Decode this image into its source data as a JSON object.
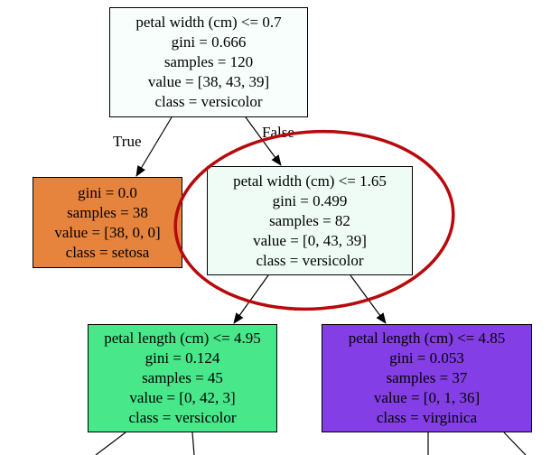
{
  "nodes": {
    "root": {
      "lines": [
        "petal width (cm) <= 0.7",
        "gini = 0.666",
        "samples = 120",
        "value = [38, 43, 39]",
        "class = versicolor"
      ],
      "color": "#f7fefc"
    },
    "left": {
      "lines": [
        "gini = 0.0",
        "samples = 38",
        "value = [38, 0, 0]",
        "class = setosa"
      ],
      "color": "#e6843e"
    },
    "right": {
      "lines": [
        "petal width (cm) <= 1.65",
        "gini = 0.499",
        "samples = 82",
        "value = [0, 43, 39]",
        "class = versicolor"
      ],
      "color": "#eefcf5"
    },
    "right_left": {
      "lines": [
        "petal length (cm) <= 4.95",
        "gini = 0.124",
        "samples = 45",
        "value = [0, 42, 3]",
        "class = versicolor"
      ],
      "color": "#47e78a"
    },
    "right_right": {
      "lines": [
        "petal length (cm) <= 4.85",
        "gini = 0.053",
        "samples = 37",
        "value = [0, 1, 36]",
        "class = virginica"
      ],
      "color": "#843ee6"
    }
  },
  "edges": {
    "true_label": "True",
    "false_label": "False"
  },
  "colors": {
    "highlight_ellipse": "#b8090c",
    "edge": "#000000"
  }
}
